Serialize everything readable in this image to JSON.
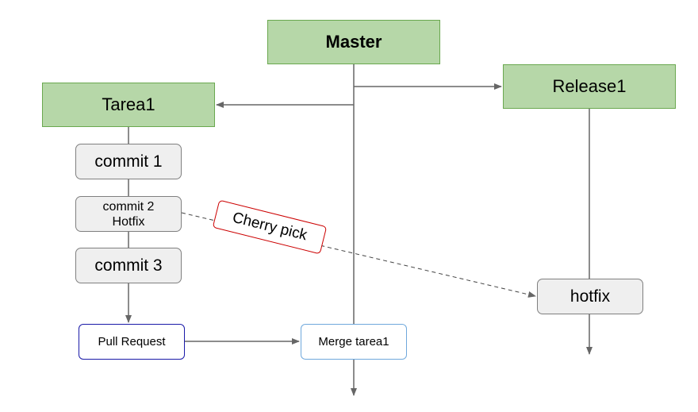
{
  "nodes": {
    "master": "Master",
    "release": "Release1",
    "tarea": "Tarea1",
    "commit1": "commit 1",
    "commit2_line1": "commit 2",
    "commit2_line2": "Hotfix",
    "commit3": "commit 3",
    "hotfix": "hotfix",
    "pull_request": "Pull Request",
    "merge": "Merge tarea1"
  },
  "labels": {
    "cherry_pick": "Cherry pick"
  },
  "colors": {
    "branch_fill": "#b6d7a8",
    "branch_border": "#6aa84f",
    "commit_fill": "#efefef",
    "pull_request_border": "#1a1aa8",
    "merge_border": "#6fa8dc",
    "cherry_border": "#cc0000",
    "line": "#666666"
  }
}
